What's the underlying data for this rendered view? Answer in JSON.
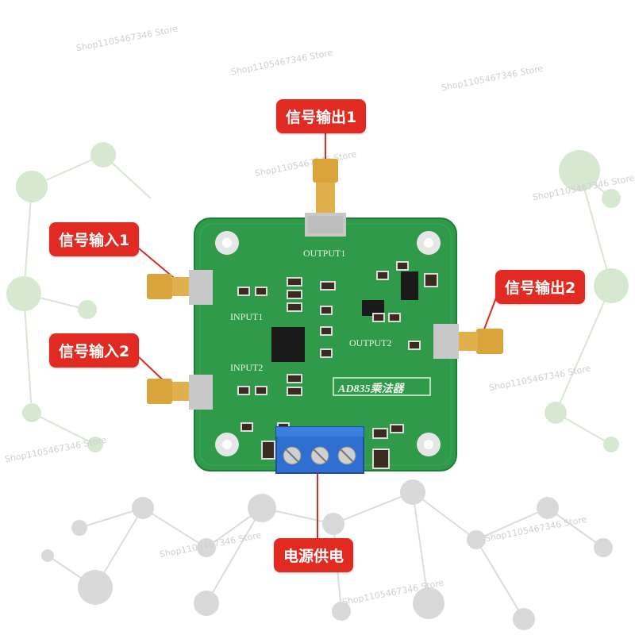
{
  "callouts": {
    "output1": "信号输出1",
    "output2": "信号输出2",
    "input1": "信号输入1",
    "input2": "信号输入2",
    "power": "电源供电"
  },
  "board": {
    "silk_output1": "OUTPUT1",
    "silk_output2": "OUTPUT2",
    "silk_input1": "INPUT1",
    "silk_input2": "INPUT2",
    "chip_label": "AD835乘法器",
    "pcb_color": "#2f9a4a",
    "connector_color": "#2f6fd1"
  },
  "watermark": "Shop1105467346 Store"
}
